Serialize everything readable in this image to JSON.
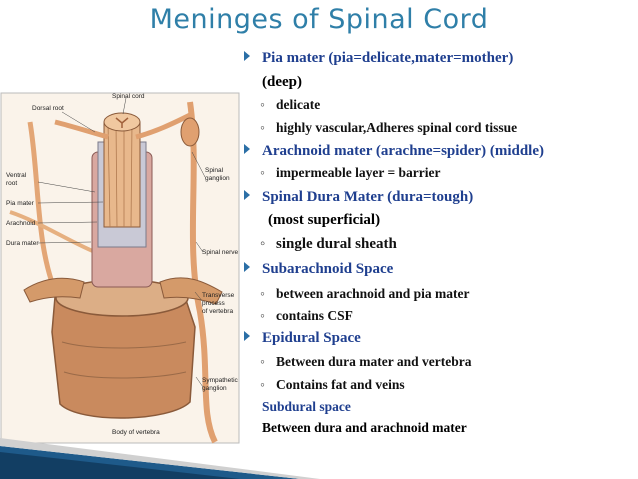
{
  "title": "Meninges of Spinal Cord",
  "figure_labels": {
    "spinal_cord": "Spinal cord",
    "dorsal_root": "Dorsal root",
    "ventral_root_1": "Ventral",
    "ventral_root_2": "root",
    "pia_mater": "Pia mater",
    "arachnoid": "Arachnoid",
    "dura_mater": "Dura mater",
    "spinal_ganglion_1": "Spinal",
    "spinal_ganglion_2": "ganglion",
    "spinal_nerve": "Spinal nerve",
    "transverse_1": "Transverse",
    "transverse_2": "process",
    "transverse_3": "of vertebra",
    "sympathetic_1": "Sympathetic",
    "sympathetic_2": "ganglion",
    "body_of_vertebra": "Body of vertebra"
  },
  "bullets": {
    "pia_heading": "Pia mater (pia=delicate,mater=mother)",
    "pia_cont": "(deep)",
    "pia_sub1": "delicate",
    "pia_sub2": "highly vascular,Adheres spinal cord tissue",
    "arachnoid_heading": "Arachnoid mater (arachne=spider) (middle)",
    "arachnoid_sub1": "impermeable layer = barrier",
    "dura_heading": "Spinal Dura Mater (dura=tough)",
    "dura_cont": "(most superficial)",
    "dura_sub1": "single dural sheath",
    "subarachnoid_heading": "Subarachnoid Space",
    "subarachnoid_sub1": "between arachnoid and pia mater",
    "subarachnoid_sub2": "contains CSF",
    "epidural_heading": "Epidural Space",
    "epidural_sub1": "Between dura mater and vertebra",
    "epidural_sub2": "Contains fat and veins",
    "subdural_label": "Subdural space",
    "subdural_text": "Between dura and arachnoid mater"
  },
  "sub_bullet_glyph": "◦",
  "colors": {
    "title": "#2f7fa8",
    "heading": "#1f3f8f",
    "arrow": "#2b6fa6",
    "vertebra": "#c98a5e",
    "dura": "#d9a8a0",
    "arachnoid": "#c9c9d6",
    "cord": "#e8b88c"
  }
}
